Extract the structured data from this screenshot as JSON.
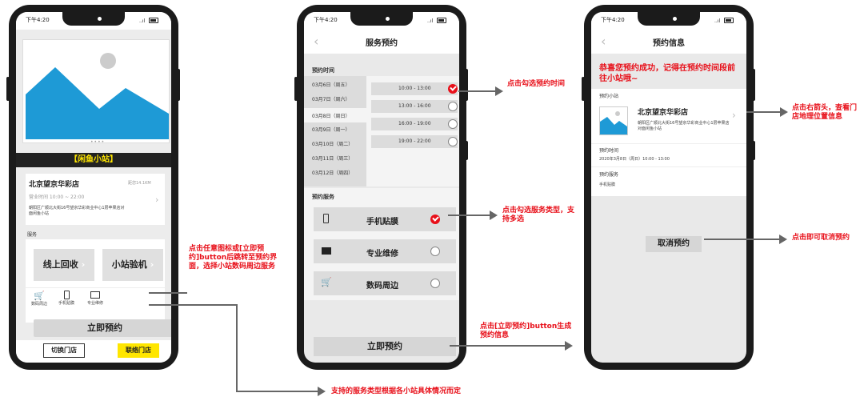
{
  "status": {
    "time": "下午4:20",
    "signal": "..ıl"
  },
  "phone1": {
    "banner_label": "【闲鱼小站】",
    "store": {
      "name": "北京望京华彩店",
      "distance": "距您14.1KM",
      "hours": "营业时间 10:00 ~ 22:00",
      "address": "朝阳区广顺北大街16号望京华彩商业中心1层苹果店对面闲鱼小站"
    },
    "services_label": "服务",
    "card1": "线上回收",
    "card2": "小站验机",
    "icons": [
      {
        "label": "数码周边",
        "icon": "cart-icon"
      },
      {
        "label": "手机贴膜",
        "icon": "phone-icon"
      },
      {
        "label": "专业维修",
        "icon": "toolbox-icon"
      }
    ],
    "reserve_btn": "立即预约",
    "switch_btn": "切换门店",
    "contact_btn": "联络门店"
  },
  "phone2": {
    "title": "服务预约",
    "time_section": "预约时间",
    "dates": [
      "03月6日（周五）",
      "03月7日（周六）",
      "03月8日（周日）",
      "03月9日（周一）",
      "03月10日（周二）",
      "03月11日（周三）",
      "03月12日（周四）"
    ],
    "slots": [
      {
        "label": "10:00 - 13:00",
        "selected": true
      },
      {
        "label": "13:00 - 16:00",
        "selected": false
      },
      {
        "label": "16:00 - 19:00",
        "selected": false
      },
      {
        "label": "19:00 - 22:00",
        "selected": false
      }
    ],
    "service_section": "预约服务",
    "services": [
      {
        "label": "手机贴膜",
        "icon": "phone-icon",
        "selected": true
      },
      {
        "label": "专业维修",
        "icon": "toolbox-icon",
        "selected": false
      },
      {
        "label": "数码周边",
        "icon": "cart-icon",
        "selected": false
      }
    ],
    "submit_btn": "立即预约"
  },
  "phone3": {
    "title": "预约信息",
    "success_msg": "恭喜您预约成功，记得在预约时间段前往小站哦~",
    "store_label": "预约小站",
    "store_name": "北京望京华彩店",
    "store_addr": "朝阳区广顺北大街16号望京华彩商业中心1层苹果店对面闲鱼小站",
    "time_label": "预约时间",
    "time_value": "2020年3月8日（周日）10:00 - 13:00",
    "service_label": "预约服务",
    "service_value": "手机贴膜",
    "cancel_btn": "取消预约"
  },
  "notes": {
    "n1": "点击任意图标或[立即预约]button后跳转至预约界面，选择小站数码周边服务",
    "n2": "点击勾选预约时间",
    "n3": "点击勾选服务类型，支持多选",
    "n4": "点击[立即预约]button生成预约信息",
    "n5": "点击右箭头，查看门店地理位置信息",
    "n6": "点击即可取消预约",
    "n7": "支持的服务类型根据各小站具体情况而定"
  },
  "colors": {
    "accent": "#e8101a",
    "banner_blue": "#1e9ad6",
    "yellow": "#ffe600"
  }
}
